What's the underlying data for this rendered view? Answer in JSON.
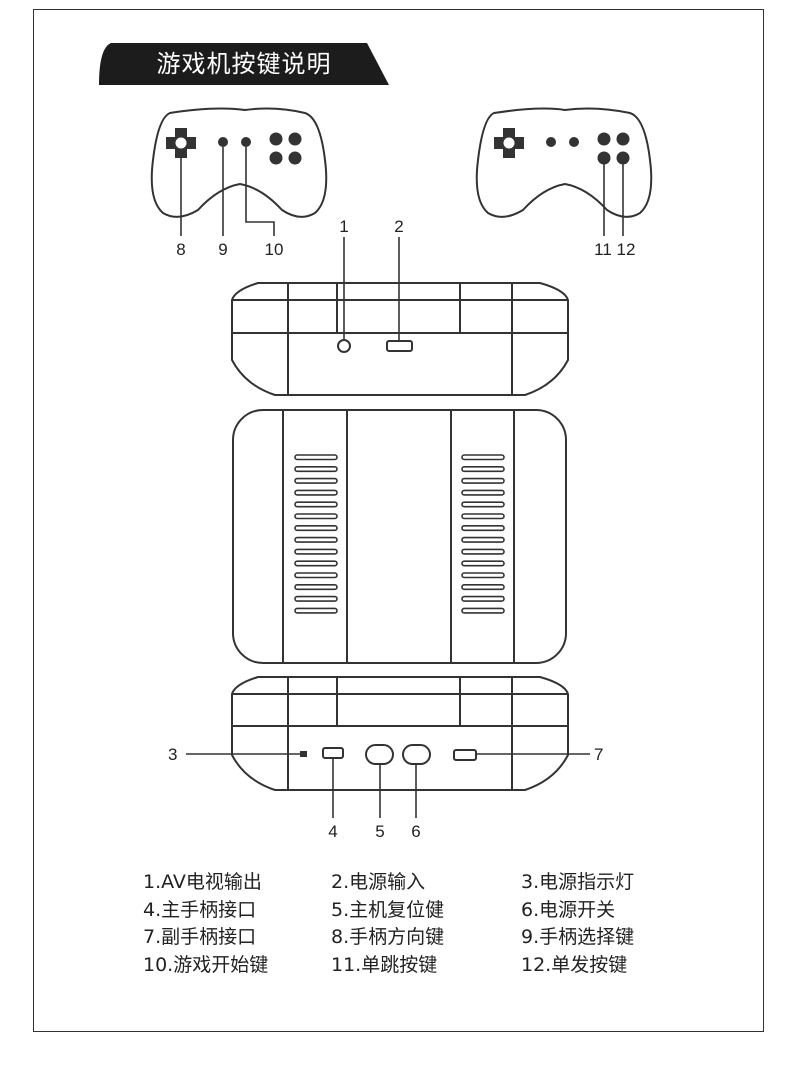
{
  "title": "游戏机按键说明",
  "callouts": {
    "n1": "1",
    "n2": "2",
    "n3": "3",
    "n4": "4",
    "n5": "5",
    "n6": "6",
    "n7": "7",
    "n8": "8",
    "n9": "9",
    "n10": "10",
    "n11": "11",
    "n12": "12"
  },
  "legend": [
    "1.AV电视输出",
    "2.电源输入",
    "3.电源指示灯",
    "4.主手柄接口",
    "5.主机复位健",
    "6.电源开关",
    "7.副手柄接口",
    "8.手柄方向键",
    "9.手柄选择键",
    "10.游戏开始键",
    "11.单跳按键",
    "12.单发按键"
  ],
  "colors": {
    "banner": "#1c1c1c",
    "line": "#333333",
    "fill": "#333333"
  }
}
